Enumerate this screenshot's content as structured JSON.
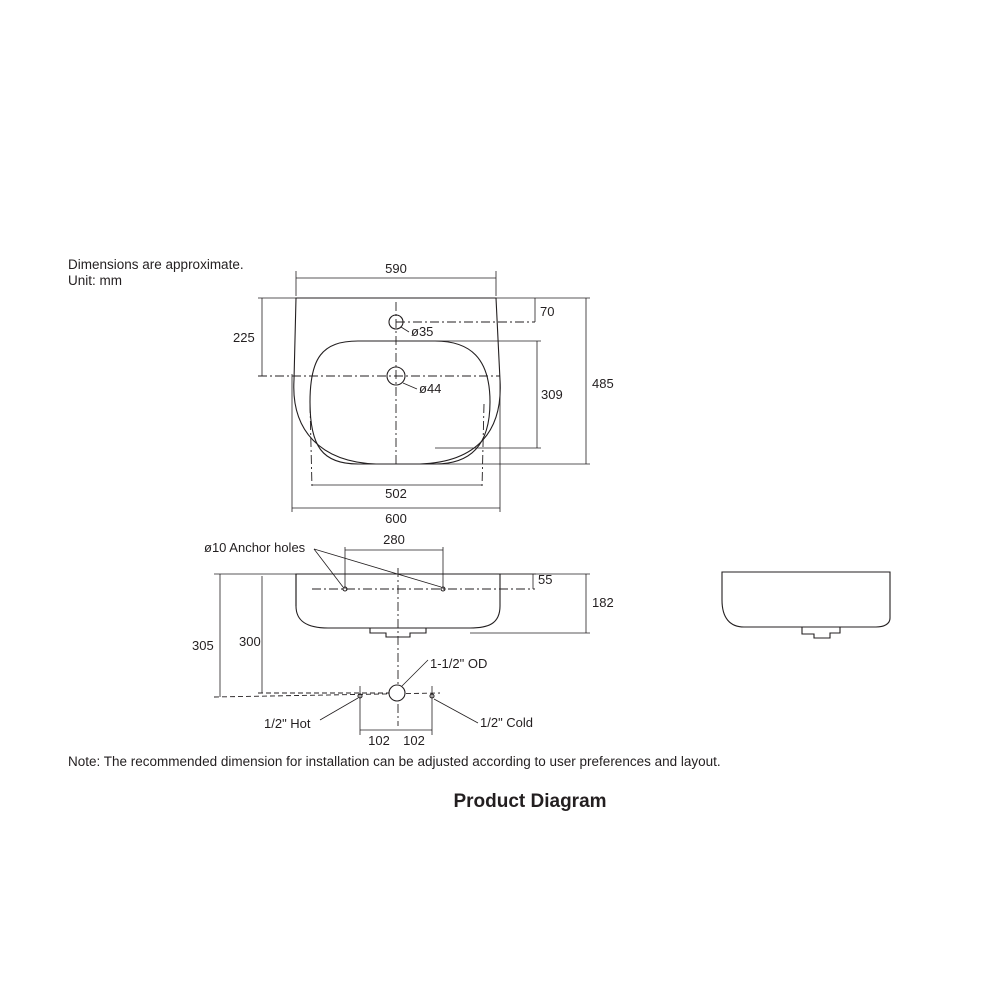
{
  "notes": {
    "approx": "Dimensions are approximate.",
    "unit": "Unit: mm",
    "installation": "Note: The recommended dimension for installation can be adjusted according to user preferences and layout."
  },
  "caption": "Product Diagram",
  "top_view": {
    "width_top": "590",
    "width_overall": "600",
    "basin_width": "502",
    "depth_total": "485",
    "basin_depth": "309",
    "tap_offset": "70",
    "drain_offset": "225",
    "tap_hole": "ø35",
    "drain_hole": "ø44"
  },
  "front_view": {
    "anchor_label": "ø10 Anchor holes",
    "anchor_spacing": "280",
    "anchor_height": "55",
    "height": "182",
    "install_height_rim": "305",
    "install_height_anchor": "300",
    "drain_od": "1-1/2\" OD",
    "hot_label": "1/2\" Hot",
    "cold_label": "1/2\" Cold",
    "hot_offset": "102",
    "cold_offset": "102"
  }
}
